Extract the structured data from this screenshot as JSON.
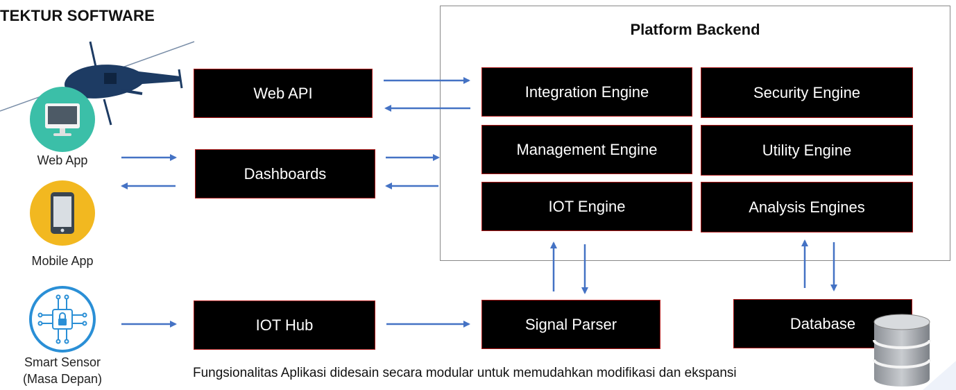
{
  "page_title": "TEKTUR SOFTWARE",
  "backend": {
    "title": "Platform Backend",
    "engines": [
      "Integration Engine",
      "Security Engine",
      "Management Engine",
      "Utility Engine",
      "IOT Engine",
      "Analysis Engines"
    ]
  },
  "middle": {
    "web_api": "Web API",
    "dashboards": "Dashboards",
    "iot_hub": "IOT Hub"
  },
  "bottom": {
    "signal_parser": "Signal Parser",
    "database": "Database"
  },
  "clients": {
    "web_app": "Web App",
    "mobile_app": "Mobile App",
    "smart_sensor_line1": "Smart Sensor",
    "smart_sensor_line2": "(Masa Depan)"
  },
  "caption": "Fungsionalitas Aplikasi didesain secara modular untuk memudahkan modifikasi dan ekspansi",
  "colors": {
    "arrow": "#4472c4",
    "box_bg": "#000000",
    "box_border": "#b01818",
    "web_icon_bg": "#3bbfa8",
    "mobile_icon_bg": "#f2b820",
    "sensor_icon_bg": "#2a8fd6"
  }
}
